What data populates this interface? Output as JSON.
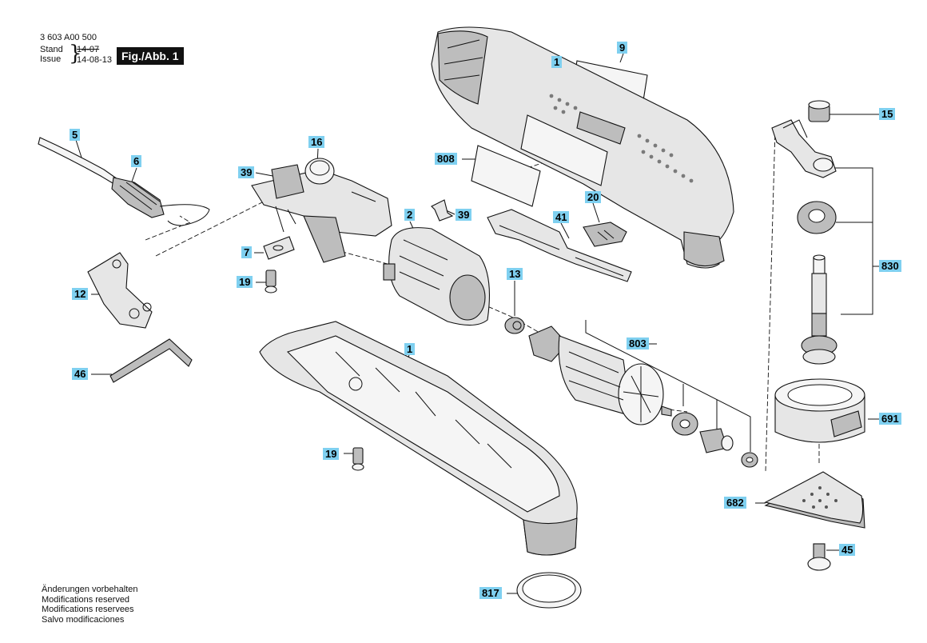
{
  "header": {
    "part_number": "3 603 A00 500",
    "stand_label": "Stand",
    "issue_label": "Issue",
    "stand_value": "14-07",
    "issue_value": "14-08-13",
    "figure_label": "Fig./Abb. 1"
  },
  "callouts": [
    "5",
    "6",
    "16",
    "39",
    "2",
    "39",
    "7",
    "19",
    "12",
    "46",
    "1",
    "13",
    "1",
    "803",
    "19",
    "817",
    "808",
    "9",
    "20",
    "41",
    "15",
    "830",
    "691",
    "682",
    "45"
  ],
  "notes": [
    "Änderungen vorbehalten",
    "Modifications reserved",
    "Modifications reservees",
    "Salvo modificaciones"
  ],
  "colors": {
    "callout_bg": "#7fd0f0",
    "figure_bg": "#111111"
  }
}
